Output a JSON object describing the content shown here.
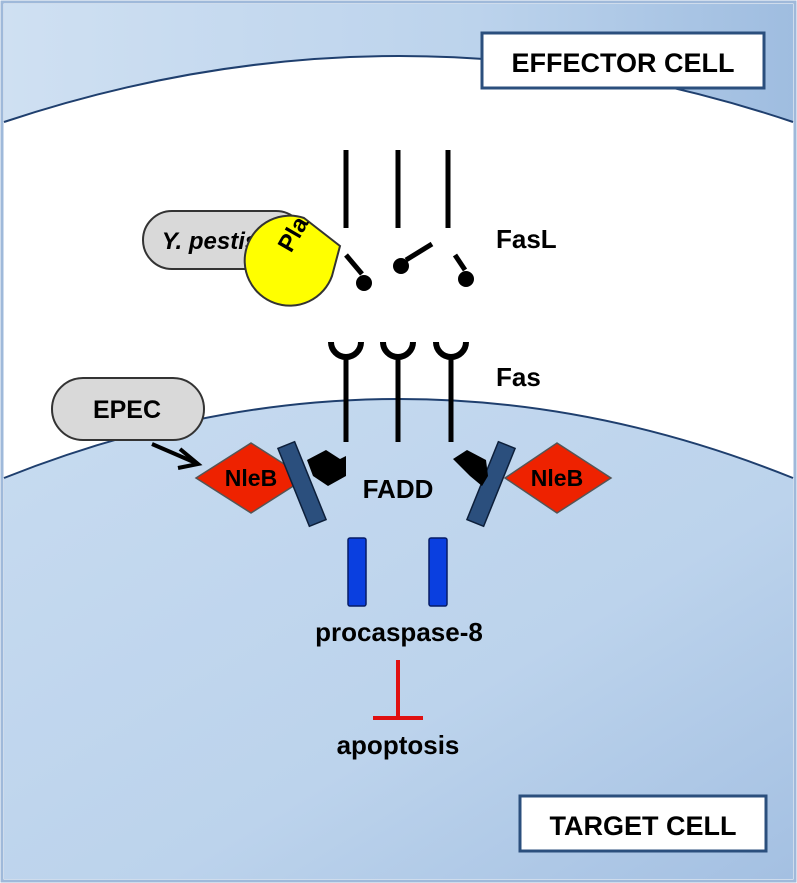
{
  "cells": {
    "effector_label": "EFFECTOR CELL",
    "target_label": "TARGET CELL"
  },
  "labels": {
    "fasl": "FasL",
    "fas": "Fas",
    "fadd": "FADD",
    "procaspase": "procaspase-8",
    "apoptosis": "apoptosis"
  },
  "pathogens": {
    "ypestis": "Y. pestis",
    "pla": "Pla",
    "epec": "EPEC",
    "nleb_left": "NleB",
    "nleb_right": "NleB"
  },
  "colors": {
    "cell_fill": "#bcd3ec",
    "border_outer": "#8fb0d8",
    "membrane": "#1f3f6e",
    "pla_yellow": "#ffff00",
    "nleb_red": "#ee2200",
    "fadd_blue": "#2b4f7d",
    "procaspase_blue": "#0a3fe0",
    "inhibit_red": "#e01010",
    "pathogen_gray": "#d9d9d9"
  }
}
